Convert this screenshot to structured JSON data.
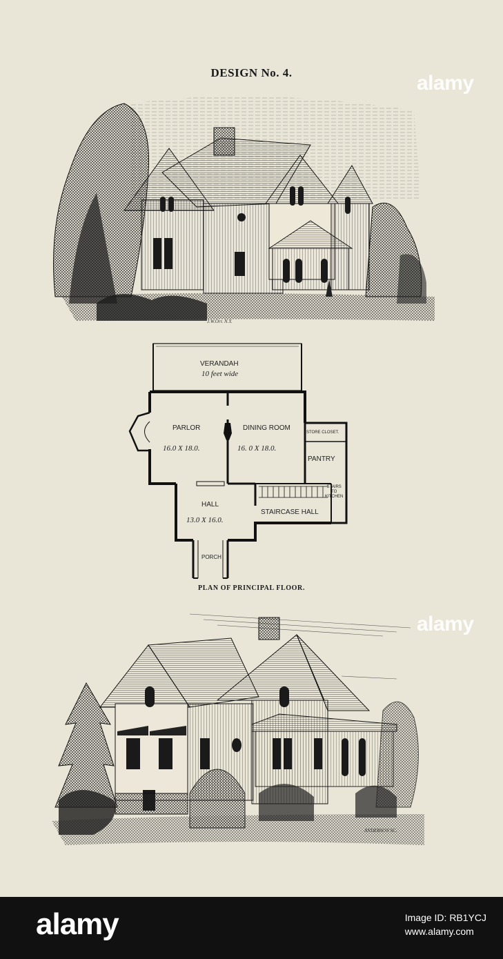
{
  "page": {
    "title": "DESIGN No. 4.",
    "caption": "PLAN OF PRINCIPAL FLOOR."
  },
  "illustrations": {
    "top_credit": "J.W.Orr. N.Y.",
    "bottom_credit": "ANDERSON SC."
  },
  "plan": {
    "verandah": {
      "label": "VERANDAH",
      "note": "10 feet wide"
    },
    "parlor": {
      "label": "PARLOR",
      "dims": "16.0 X 18.0."
    },
    "dining": {
      "label": "DINING ROOM",
      "dims": "16. 0 X 18.0."
    },
    "store_closet": {
      "label": "STORE CLOSET."
    },
    "pantry": {
      "label": "PANTRY"
    },
    "stairs": {
      "line1": "STAIRS",
      "line2": "TO",
      "line3": "KITCHEN"
    },
    "hall": {
      "label": "HALL",
      "dims": "13.0 X 16.0."
    },
    "staircase_hall": {
      "label": "STAIRCASE HALL"
    },
    "porch": {
      "label": "PORCH"
    }
  },
  "watermarks": {
    "text": "alamy"
  },
  "footer": {
    "logo": "alamy",
    "image_id_label": "Image ID: RB1YCJ",
    "url": "www.alamy.com"
  },
  "colors": {
    "paper": "#e9e5d7",
    "ink": "#1a1a1a",
    "bar": "#111111"
  }
}
